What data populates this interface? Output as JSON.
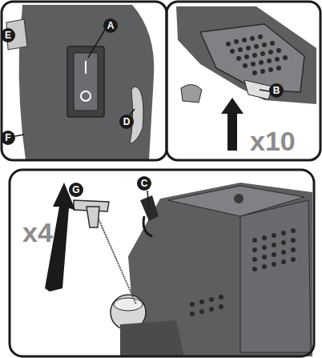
{
  "diagram": {
    "labels": [
      "A",
      "E",
      "D",
      "F",
      "B",
      "x10",
      "C",
      "G",
      "x4"
    ]
  }
}
